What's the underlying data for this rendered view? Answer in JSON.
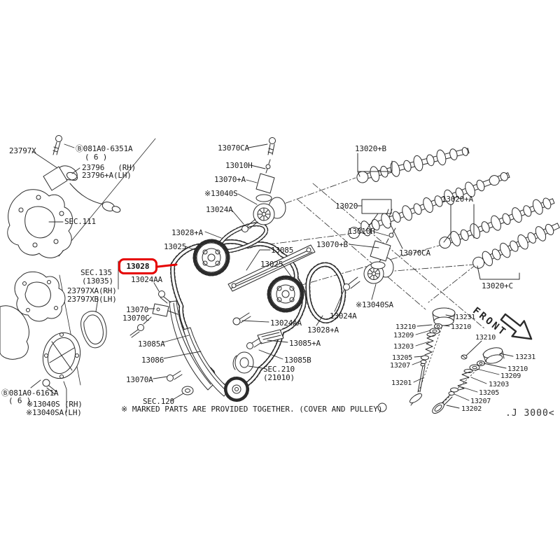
{
  "diagram": {
    "footnote": "※ MARKED PARTS ARE PROVIDED TOGETHER. (COVER AND PULLEY)",
    "drawing_code": ".J 3000<",
    "front_indicator": "FRONT",
    "highlighted_part": "13028"
  },
  "colors": {
    "line": "#2b2b2b",
    "highlight": "#e60000",
    "background": "#ffffff"
  },
  "labels": {
    "p23797x": "23797X",
    "b081a0_6351a": "Ⓑ081A0-6351A",
    "b081a0_6351a_qty": "( 6 )",
    "p23796_rh": "23796   (RH)",
    "p23796_lh": "23796+A(LH)",
    "sec111": "SEC.111",
    "p13070ca_top": "13070CA",
    "p13010h_top": "13010H",
    "p13070a_assy": "13070+A",
    "p13040s": "※13040S",
    "p13024a_top": "13024A",
    "p13020b": "13020+B",
    "p13020": "13020",
    "p13020a": "13020+A",
    "p13020c": "13020+C",
    "p13028a_top": "13028+A",
    "p13025_left": "13025",
    "p13085": "13085",
    "p13025_right": "13025",
    "p13028": "13028",
    "p13024aa_left": "13024AA",
    "sec135": "SEC.135",
    "sec135_ref": "(13035)",
    "p23797xa": "23797XA(RH)",
    "p23797xb": "23797XB(LH)",
    "p13010h_right": "13010H",
    "p13070b_assy": "13070+B",
    "p13070ca_right": "13070CA",
    "p13040sa": "※13040SA",
    "p13024a_right": "13024A",
    "p13070": "13070",
    "p13070c": "13070C",
    "p13085a": "13085A",
    "p13086": "13086",
    "p13070a_bolt": "13070A",
    "p13024aa_right": "13024AA",
    "p13028a_right": "13028+A",
    "p13085pa": "13085+A",
    "p13085b": "13085B",
    "sec210": "SEC.210",
    "sec210_ref": "(21010)",
    "sec120": "SEC.120",
    "b081a0_6161a": "Ⓑ081A0-6161A",
    "b081a0_6161a_qty": "( 6 )",
    "p13040s_rh": "※13040S (RH)",
    "p13040sa_lh": "※13040SA(LH)",
    "v13231_l": "13231",
    "v13210_l1": "13210",
    "v13210_l2": "13210",
    "v13209_l": "13209",
    "v13203_l": "13203",
    "v13205_l": "13205",
    "v13207_l": "13207",
    "v13201": "13201",
    "v13210_r1": "13210",
    "v13231_r": "13231",
    "v13210_r2": "13210",
    "v13209_r": "13209",
    "v13203_r": "13203",
    "v13205_r": "13205",
    "v13207_r": "13207",
    "v13202": "13202"
  }
}
